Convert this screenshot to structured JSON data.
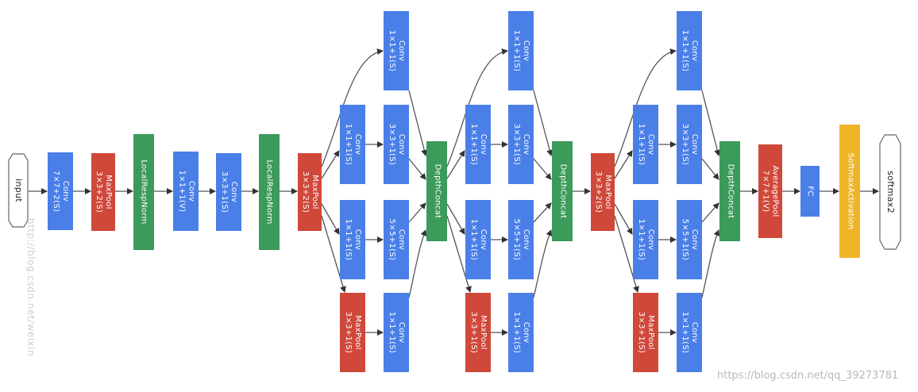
{
  "nodes": {
    "input": "input",
    "conv_7x7": "Conv\n7×7+2(S)",
    "maxpool_a": "MaxPool\n3×3+2(S)",
    "lrn_a": "LocalRespNorm",
    "conv_1x1_v": "Conv\n1×1+1(V)",
    "conv_3x3_a": "Conv\n3×3+1(S)",
    "lrn_b": "LocalRespNorm",
    "maxpool_b": "MaxPool\n3×3+2(S)",
    "i1_top": "Conv\n1×1+1(S)",
    "i1_c1": "Conv\n1×1+1(S)",
    "i1_c3": "Conv\n3×3+1(S)",
    "i1_c2": "Conv\n1×1+1(S)",
    "i1_c5": "Conv\n5×5+1(S)",
    "i1_pool": "MaxPool\n3×3+1(S)",
    "i1_pconv": "Conv\n1×1+1(S)",
    "concat1": "DepthConcat",
    "i2_top": "Conv\n1×1+1(S)",
    "i2_c1": "Conv\n1×1+1(S)",
    "i2_c3": "Conv\n3×3+1(S)",
    "i2_c2": "Conv\n1×1+1(S)",
    "i2_c5": "Conv\n5×5+1(S)",
    "i2_pool": "MaxPool\n3×3+1(S)",
    "i2_pconv": "Conv\n1×1+1(S)",
    "concat2": "DepthConcat",
    "maxpool_c": "MaxPool\n3×3+2(S)",
    "i3_top": "Conv\n1×1+1(S)",
    "i3_c1": "Conv\n1×1+1(S)",
    "i3_c3": "Conv\n3×3+1(S)",
    "i3_c2": "Conv\n1×1+1(S)",
    "i3_c5": "Conv\n5×5+1(S)",
    "i3_pool": "MaxPool\n3×3+1(S)",
    "i3_pconv": "Conv\n1×1+1(S)",
    "concat3": "DepthConcat",
    "avgpool": "AveragePool\n7×7+1(V)",
    "fc": "FC",
    "softmax_act": "SoftmaxActivation",
    "softmax2": "softmax2"
  },
  "watermarks": {
    "left": "http://blog.csdn.net/weixin",
    "right": "https://blog.csdn.net/qq_39273781"
  },
  "colors": {
    "conv": "#4a7fe8",
    "pool": "#d0483a",
    "norm_concat": "#3c9a5a",
    "softmax": "#efb529",
    "edge": "#555555"
  }
}
